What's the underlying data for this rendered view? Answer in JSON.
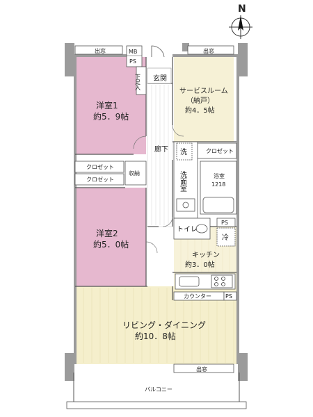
{
  "compass": {
    "letter": "N",
    "icon": "north-arrow-icon"
  },
  "colors": {
    "bedroom": "#e6b8cf",
    "service_room": "#f6f1d6",
    "living": "#f5efcc",
    "kitchen": "#f7f2d9",
    "corridor": "#ffffff",
    "wet_area": "#ffffff",
    "wall": "#9b9b9b",
    "line": "#555555"
  },
  "rooms": {
    "bedroom1": {
      "name": "洋室1",
      "size": "約5．9帖"
    },
    "bedroom2": {
      "name": "洋室2",
      "size": "約5．0帖"
    },
    "service_room": {
      "name": "サービスルーム",
      "sub": "（納戸）",
      "size": "約4．5帖"
    },
    "kitchen": {
      "name": "キッチン",
      "size": "約3．0帖"
    },
    "living": {
      "name": "リビング・ダイニング",
      "size": "約10．8帖"
    },
    "bath": {
      "name": "浴室",
      "size": "1218"
    },
    "washroom": {
      "name": "洗面室"
    },
    "toilet": {
      "name": "トイレ"
    },
    "corridor": {
      "name": "廊下"
    },
    "entrance": {
      "name": "玄関"
    },
    "shoe_box": {
      "name": "下足入"
    },
    "balcony": {
      "name": "バルコニー"
    }
  },
  "storage": {
    "closet_label": "クロゼット",
    "storage_label": "収納",
    "mb": "MB",
    "ps": "PS",
    "counter": "カウンター",
    "washer": "洗",
    "fridge": "冷"
  },
  "windows": {
    "label": "出窓"
  }
}
